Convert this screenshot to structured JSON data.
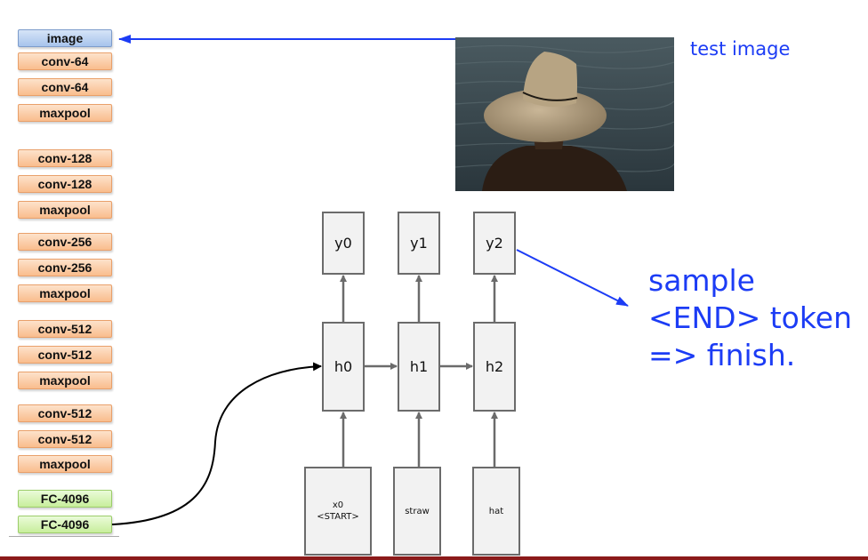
{
  "cnn_layers": [
    {
      "label": "image",
      "kind": "input"
    },
    {
      "label": "conv-64",
      "kind": "conv"
    },
    {
      "label": "conv-64",
      "kind": "conv"
    },
    {
      "label": "maxpool",
      "kind": "pool"
    },
    {
      "label": "conv-128",
      "kind": "conv"
    },
    {
      "label": "conv-128",
      "kind": "conv"
    },
    {
      "label": "maxpool",
      "kind": "pool"
    },
    {
      "label": "conv-256",
      "kind": "conv"
    },
    {
      "label": "conv-256",
      "kind": "conv"
    },
    {
      "label": "maxpool",
      "kind": "pool"
    },
    {
      "label": "conv-512",
      "kind": "conv"
    },
    {
      "label": "conv-512",
      "kind": "conv"
    },
    {
      "label": "maxpool",
      "kind": "pool"
    },
    {
      "label": "conv-512",
      "kind": "conv"
    },
    {
      "label": "conv-512",
      "kind": "conv"
    },
    {
      "label": "maxpool",
      "kind": "pool"
    },
    {
      "label": "FC-4096",
      "kind": "fc"
    },
    {
      "label": "FC-4096",
      "kind": "fc"
    }
  ],
  "test_image": {
    "caption": "test image",
    "description": "person wearing a straw hat facing the sea"
  },
  "rnn": {
    "outputs": [
      "y0",
      "y1",
      "y2"
    ],
    "hidden": [
      "h0",
      "h1",
      "h2"
    ],
    "inputs": [
      "x0\n<START>",
      "straw",
      "hat"
    ]
  },
  "annotation": {
    "text": "sample\n<END> token\n=> finish."
  },
  "colors": {
    "accent_blue": "#1c3cf5",
    "rnn_border": "#6b6b6b",
    "footer": "#8b1a1a"
  }
}
